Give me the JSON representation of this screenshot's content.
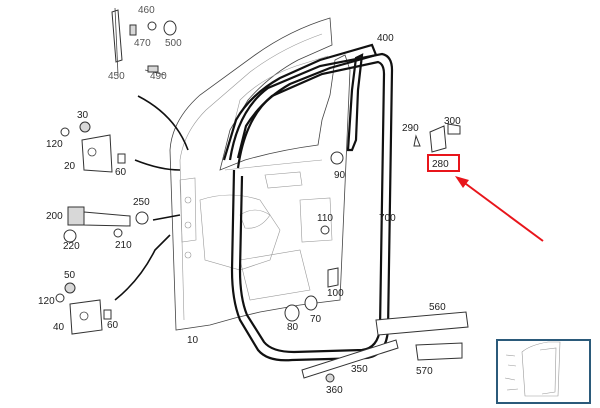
{
  "callouts": {
    "c10": "10",
    "c20": "20",
    "c30": "30",
    "c40": "40",
    "c50": "50",
    "c60a": "60",
    "c60b": "60",
    "c70": "70",
    "c80": "80",
    "c90": "90",
    "c100": "100",
    "c110": "110",
    "c120a": "120",
    "c120b": "120",
    "c200": "200",
    "c210": "210",
    "c220": "220",
    "c250": "250",
    "c280": "280",
    "c290": "290",
    "c300": "300",
    "c350": "350",
    "c360": "360",
    "c400": "400",
    "c450": "450",
    "c460": "460",
    "c470": "470",
    "c490": "490",
    "c500": "500",
    "c560": "560",
    "c570": "570",
    "c700": "700"
  },
  "highlight": {
    "target": "280",
    "box_color": "#e8151b",
    "arrow_color": "#e8151b"
  },
  "thumbnail": {
    "frame_color": "#2b5a7a"
  },
  "colors": {
    "line": "#111111",
    "part_stroke": "#333333"
  }
}
